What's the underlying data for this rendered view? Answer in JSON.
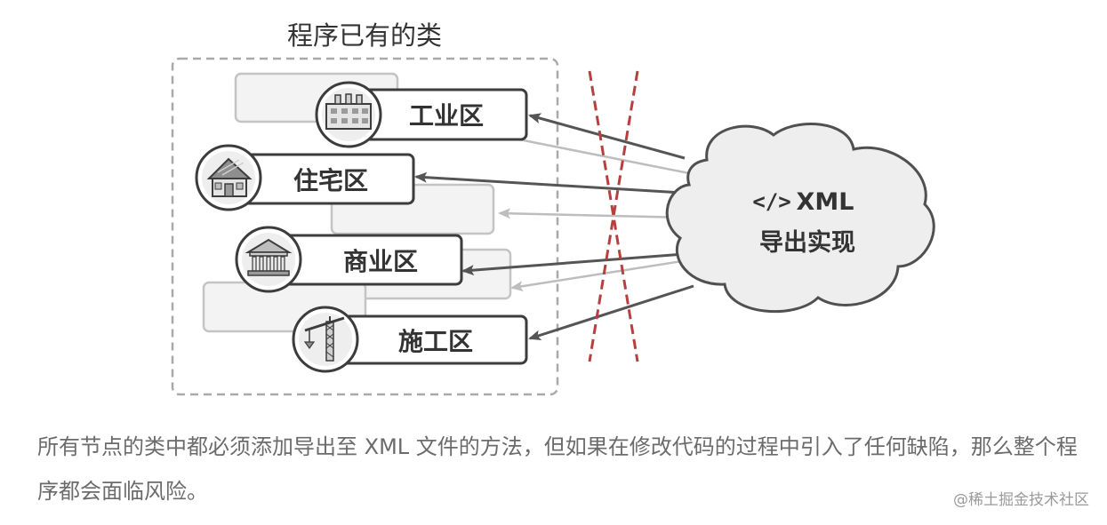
{
  "diagram": {
    "group_title": "程序已有的类",
    "classes": [
      {
        "label": "工业区",
        "icon": "factory-icon"
      },
      {
        "label": "住宅区",
        "icon": "house-icon"
      },
      {
        "label": "商业区",
        "icon": "bank-icon"
      },
      {
        "label": "施工区",
        "icon": "crane-icon"
      }
    ],
    "cloud": {
      "code_tag": "</>",
      "line1": "XML",
      "line2": "导出实现"
    },
    "colors": {
      "box_border": "#3c3c3c",
      "ghost_border": "#c4c4c4",
      "ghost_fill": "#f3f3f3",
      "arrow_dark": "#555555",
      "arrow_light": "#bdbdbd",
      "cross_red": "#b5403f",
      "icon_fill": "#e4e4e4"
    }
  },
  "caption": "所有节点的类中都必须添加导出至 XML 文件的方法，但如果在修改代码的过程中引入了任何缺陷，那么整个程序都会面临风险。",
  "watermark": "@稀土掘金技术社区"
}
